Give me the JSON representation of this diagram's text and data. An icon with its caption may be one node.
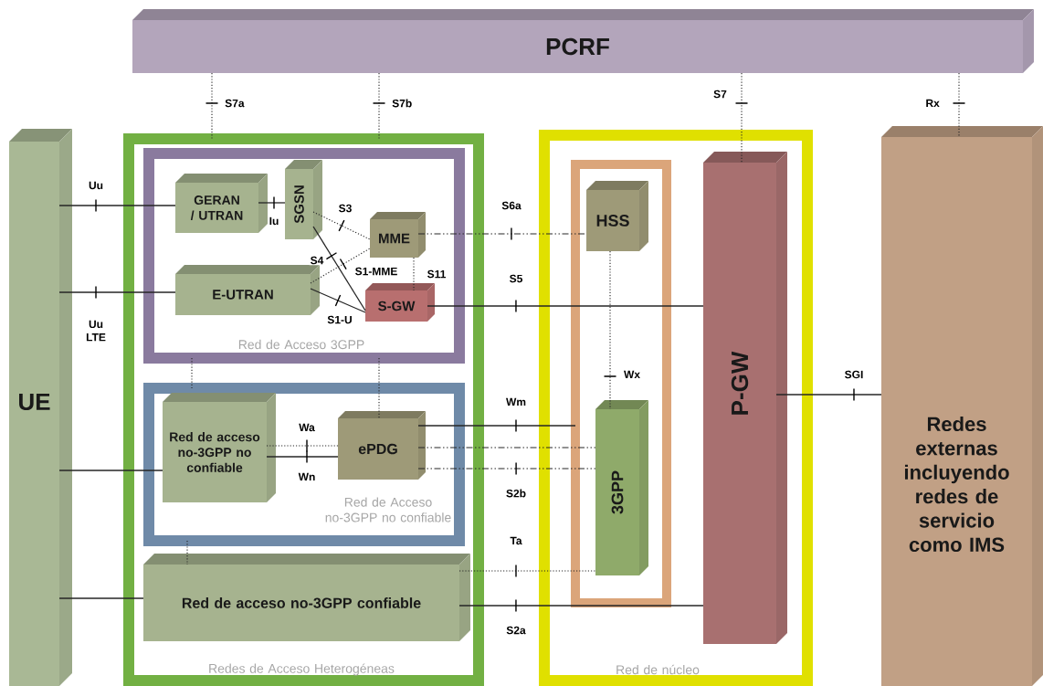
{
  "diagram": {
    "nodes": [
      {
        "text": [
          "PCRF"
        ]
      },
      {
        "text": [
          "UE"
        ]
      },
      {
        "text": [
          "Redes de Acceso Heterogéneas"
        ]
      },
      {
        "text": [
          "Red de Acceso 3GPP"
        ],
        "in": 2
      },
      {
        "text": [
          "GERAN / UTRAN"
        ],
        "in": 3
      },
      {
        "text": [
          "SGSN"
        ],
        "in": 3
      },
      {
        "text": [
          "MME"
        ],
        "in": 3
      },
      {
        "text": [
          "E-UTRAN"
        ],
        "in": 3
      },
      {
        "text": [
          "S-GW"
        ],
        "in": 3
      },
      {
        "text": [
          "Red de Acceso no-3GPP no confiable"
        ],
        "in": 2
      },
      {
        "text": [
          "Red de acceso no-3GPP no confiable"
        ],
        "in": 9
      },
      {
        "text": [
          "ePDG"
        ],
        "in": 9
      },
      {
        "text": [
          "Red de acceso no-3GPP confiable"
        ],
        "in": 2
      },
      {
        "text": [
          "Red de núcleo"
        ]
      },
      {
        "text": [],
        "shape": "box",
        "in": 13
      },
      {
        "text": [
          "HSS"
        ],
        "in": 14
      },
      {
        "text": [
          "3GPP"
        ],
        "in": 14
      },
      {
        "text": [
          "P-GW"
        ],
        "in": 13
      },
      {
        "text": [
          "Redes externas incluyendo redes de servicio como IMS"
        ]
      }
    ],
    "edges": [
      {
        "from": 0,
        "to": 2,
        "arrow": "none",
        "label": "S7a",
        "style": "dashed"
      },
      {
        "from": 0,
        "to": 2,
        "arrow": "none",
        "label": "S7b",
        "style": "dashed"
      },
      {
        "from": 0,
        "to": 17,
        "arrow": "none",
        "label": "S7",
        "style": "dashed"
      },
      {
        "from": 0,
        "to": 18,
        "arrow": "none",
        "label": "Rx",
        "style": "dashed"
      },
      {
        "from": 1,
        "to": 4,
        "arrow": "none",
        "label": "Uu"
      },
      {
        "from": 1,
        "to": 7,
        "arrow": "none",
        "label": "Uu LTE"
      },
      {
        "from": 1,
        "to": 10,
        "arrow": "none"
      },
      {
        "from": 1,
        "to": 12,
        "arrow": "none"
      },
      {
        "from": 4,
        "to": 5,
        "arrow": "none",
        "label": "Iu"
      },
      {
        "from": 5,
        "to": 6,
        "arrow": "none",
        "label": "S3",
        "style": "dashed"
      },
      {
        "from": 5,
        "to": 8,
        "arrow": "none",
        "label": "S4"
      },
      {
        "from": 7,
        "to": 6,
        "arrow": "none",
        "label": "S1-MME",
        "style": "dashed"
      },
      {
        "from": 7,
        "to": 8,
        "arrow": "none",
        "label": "S1-U"
      },
      {
        "from": 6,
        "to": 8,
        "arrow": "none",
        "label": "S11",
        "style": "dashed"
      },
      {
        "from": 6,
        "to": 15,
        "arrow": "none",
        "label": "S6a",
        "style": "dashed"
      },
      {
        "from": 8,
        "to": 17,
        "arrow": "none",
        "label": "S5"
      },
      {
        "from": 10,
        "to": 11,
        "arrow": "none",
        "label": "Wa",
        "style": "dashed"
      },
      {
        "from": 10,
        "to": 11,
        "arrow": "none",
        "label": "Wn"
      },
      {
        "from": 11,
        "to": 14,
        "arrow": "none",
        "label": "Wm"
      },
      {
        "from": 11,
        "to": 16,
        "arrow": "none",
        "style": "dashed"
      },
      {
        "from": 11,
        "to": 16,
        "arrow": "none",
        "label": "S2b",
        "style": "dashed"
      },
      {
        "from": 12,
        "to": 16,
        "arrow": "none",
        "label": "Ta",
        "style": "dashed"
      },
      {
        "from": 12,
        "to": 17,
        "arrow": "none",
        "label": "S2a"
      },
      {
        "from": 15,
        "to": 16,
        "arrow": "none",
        "label": "Wx",
        "style": "dashed"
      },
      {
        "from": 17,
        "to": 18,
        "arrow": "none",
        "label": "SGI"
      },
      {
        "from": 3,
        "to": 9,
        "arrow": "none",
        "style": "dashed"
      },
      {
        "from": 3,
        "to": 11,
        "arrow": "none",
        "style": "dashed"
      },
      {
        "from": 9,
        "to": 12,
        "arrow": "none",
        "style": "dashed"
      }
    ]
  }
}
